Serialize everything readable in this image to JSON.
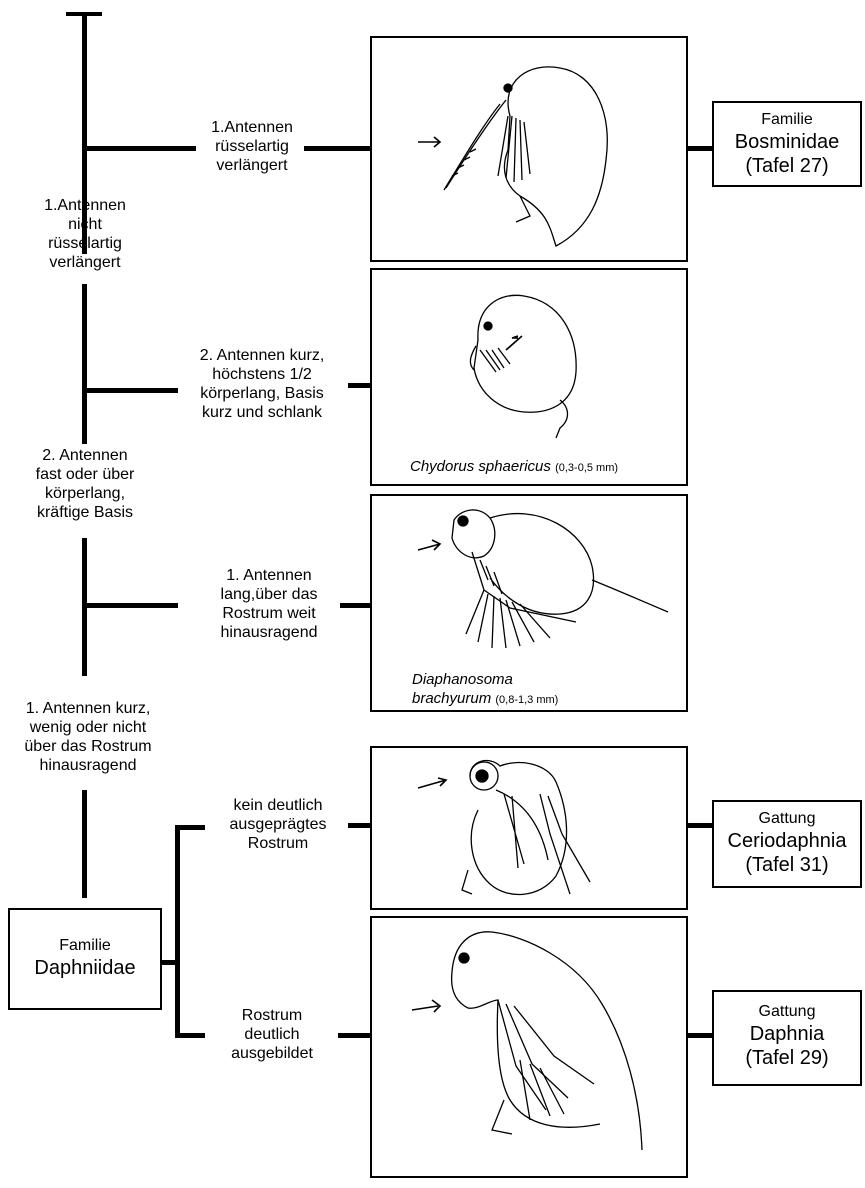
{
  "key": {
    "top_left": "1.Antennen\nnicht\nrüsselartig\nverlängert",
    "mid_left_1": "2. Antennen\nfast oder über\nkörperlang,\nkräftige Basis",
    "mid_left_2": "1. Antennen kurz,\nwenig oder nicht\nüber das Rostrum\nhinausragend",
    "branches": [
      "1.Antennen\nrüsselartig\nverlängert",
      "2. Antennen kurz,\nhöchstens 1/2\nkörperlang, Basis\nkurz und schlank",
      "1. Antennen\nlang,über das\nRostrum weit\nhinausragend",
      "kein deutlich\nausgeprägtes\nRostrum",
      "Rostrum\ndeutlich\nausgebildet"
    ],
    "family_box": {
      "line1": "Familie",
      "line2": "Daphniidae"
    }
  },
  "results": {
    "bosminidae": {
      "line1": "Familie",
      "line2": "Bosminidae",
      "line3": "(Tafel 27)"
    },
    "ceriodaphnia": {
      "line1": "Gattung",
      "line2": "Ceriodaphnia",
      "line3": "(Tafel 31)"
    },
    "daphnia": {
      "line1": "Gattung",
      "line2": "Daphnia",
      "line3": "(Tafel 29)"
    }
  },
  "captions": {
    "chydorus": {
      "name": "Chydorus sphaericus",
      "size": "(0,3-0,5 mm)"
    },
    "diaphanosoma": {
      "name1": "Diaphanosoma",
      "name2": "brachyurum",
      "size": "(0,8-1,3 mm)"
    }
  }
}
